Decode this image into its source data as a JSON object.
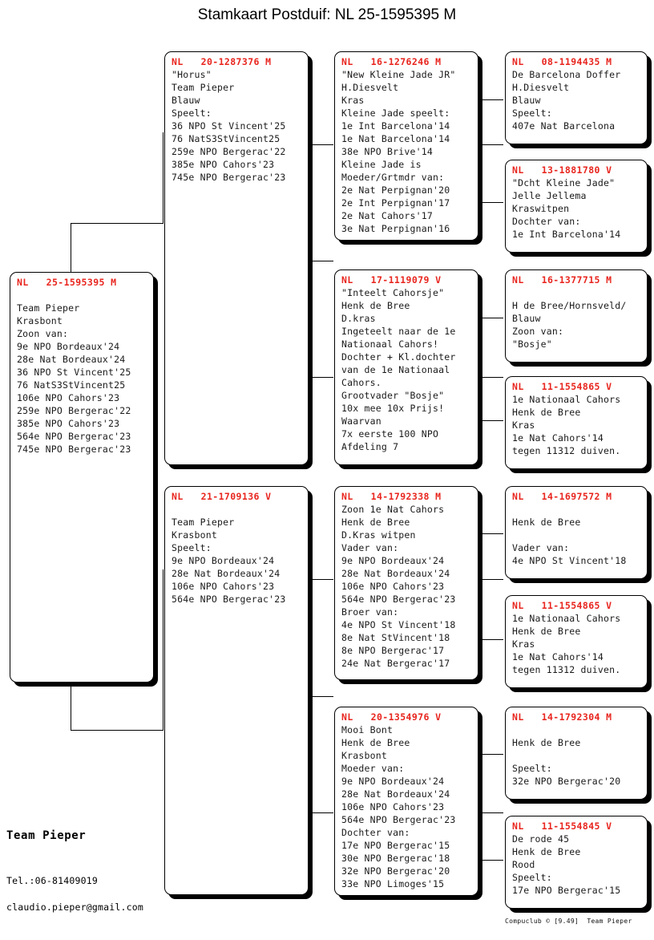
{
  "title": "Stamkaart Postduif: NL  25-1595395 M",
  "footer": {
    "owner": "Team Pieper",
    "tel": "Tel.:06-81409019",
    "email": "claudio.pieper@gmail.com",
    "credit": "Compuclub © [9.49]  Team Pieper"
  },
  "colors": {
    "ring": "#e8251e",
    "text": "#1a1a1a",
    "border": "#000000",
    "background": "#ffffff"
  },
  "boxes": {
    "subject": {
      "ring": "NL   25-1595395 M",
      "lines": [
        "",
        "Team Pieper",
        "Krasbont",
        "Zoon van:",
        "9e NPO Bordeaux'24",
        "28e Nat Bordeaux'24",
        "36 NPO St Vincent'25",
        "76 NatS3StVincent25",
        "106e NPO Cahors'23",
        "259e NPO Bergerac'22",
        "385e NPO Cahors'23",
        "564e NPO Bergerac'23",
        "745e NPO Bergerac'23"
      ]
    },
    "father": {
      "ring": "NL   20-1287376 M",
      "lines": [
        "\"Horus\"",
        "Team Pieper",
        "Blauw",
        "Speelt:",
        "36 NPO St Vincent'25",
        "76 NatS3StVincent25",
        "259e NPO Bergerac'22",
        "385e NPO Cahors'23",
        "745e NPO Bergerac'23"
      ]
    },
    "mother": {
      "ring": "NL   21-1709136 V",
      "lines": [
        "",
        "Team Pieper",
        "Krasbont",
        "Speelt:",
        "9e NPO Bordeaux'24",
        "28e Nat Bordeaux'24",
        "106e NPO Cahors'23",
        "564e NPO Bergerac'23"
      ]
    },
    "gf_paternal": {
      "ring": "NL   16-1276246 M",
      "lines": [
        "\"New Kleine Jade JR\"",
        "H.Diesvelt",
        "Kras",
        "Kleine Jade speelt:",
        "1e Int Barcelona'14",
        "1e Nat Barcelona'14",
        "38e NPO Brive'14",
        "Kleine Jade is",
        "Moeder/Grtmdr van:",
        "2e Nat Perpignan'20",
        "2e Int Perpignan'17",
        "2e Nat Cahors'17",
        "3e Nat Perpignan'16"
      ]
    },
    "gm_paternal": {
      "ring": "NL   17-1119079 V",
      "lines": [
        "\"Inteelt Cahorsje\"",
        "Henk de Bree",
        "D.kras",
        "Ingeteelt naar de 1e",
        "Nationaal Cahors!",
        "Dochter + Kl.dochter",
        "van de 1e Nationaal",
        "Cahors.",
        "Grootvader \"Bosje\"",
        "10x mee 10x Prijs!",
        "Waarvan",
        "7x eerste 100 NPO",
        "Afdeling 7"
      ]
    },
    "gf_maternal": {
      "ring": "NL   14-1792338 M",
      "lines": [
        "Zoon 1e Nat Cahors",
        "Henk de Bree",
        "D.Kras witpen",
        "Vader van:",
        "9e NPO Bordeaux'24",
        "28e Nat Bordeaux'24",
        "106e NPO Cahors'23",
        "564e NPO Bergerac'23",
        "Broer van:",
        "4e NPO St Vincent'18",
        "8e Nat StVincent'18",
        "8e NPO Bergerac'17",
        "24e Nat Bergerac'17"
      ]
    },
    "gm_maternal": {
      "ring": "NL   20-1354976 V",
      "lines": [
        "Mooi Bont",
        "Henk de Bree",
        "Krasbont",
        "Moeder van:",
        "9e NPO Bordeaux'24",
        "28e Nat Bordeaux'24",
        "106e NPO Cahors'23",
        "564e NPO Bergerac'23",
        "Dochter van:",
        "17e NPO Bergerac'15",
        "30e NPO Bergerac'18",
        "32e NPO Bergerac'20",
        "33e NPO Limoges'15"
      ]
    },
    "ggf_1": {
      "ring": "NL   08-1194435 M",
      "lines": [
        "De Barcelona Doffer",
        "H.Diesvelt",
        "Blauw",
        "Speelt:",
        "407e Nat Barcelona"
      ]
    },
    "ggm_1": {
      "ring": "NL   13-1881780 V",
      "lines": [
        "\"Dcht Kleine Jade\"",
        "Jelle Jellema",
        "Kraswitpen",
        "Dochter van:",
        "1e Int Barcelona'14"
      ]
    },
    "ggf_2": {
      "ring": "NL   16-1377715 M",
      "lines": [
        "",
        "H de Bree/Hornsveld/",
        "Blauw",
        "Zoon van:",
        "\"Bosje\""
      ]
    },
    "ggm_2": {
      "ring": "NL   11-1554865 V",
      "lines": [
        "1e Nationaal Cahors",
        "Henk de Bree",
        "Kras",
        "1e Nat Cahors'14",
        "tegen 11312 duiven."
      ]
    },
    "ggf_3": {
      "ring": "NL   14-1697572 M",
      "lines": [
        "",
        "Henk de Bree",
        "",
        "Vader van:",
        "4e NPO St Vincent'18"
      ]
    },
    "ggm_3": {
      "ring": "NL   11-1554865 V",
      "lines": [
        "1e Nationaal Cahors",
        "Henk de Bree",
        "Kras",
        "1e Nat Cahors'14",
        "tegen 11312 duiven."
      ]
    },
    "ggf_4": {
      "ring": "NL   14-1792304 M",
      "lines": [
        "",
        "Henk de Bree",
        "",
        "Speelt:",
        "32e NPO Bergerac'20"
      ]
    },
    "ggm_4": {
      "ring": "NL   11-1554845 V",
      "lines": [
        "De rode 45",
        "Henk de Bree",
        "Rood",
        "Speelt:",
        "17e NPO Bergerac'15"
      ]
    }
  }
}
